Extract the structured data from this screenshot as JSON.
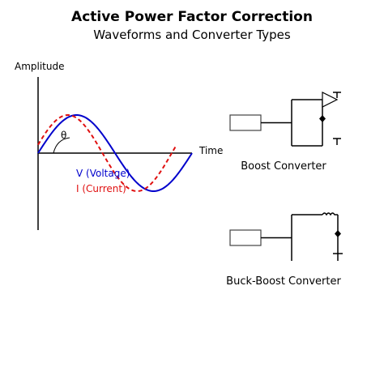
{
  "title": "Active Power Factor Correction",
  "subtitle": "Waveforms and Converter Types",
  "waveform": {
    "y_axis_label": "Amplitude",
    "x_axis_label": "Time",
    "angle_label": "θ",
    "voltage_label": "V (Voltage)",
    "current_label": "I (Current)",
    "voltage_color": "#0000cc",
    "current_color": "#e01010",
    "current_line_style": "dashed"
  },
  "converters": [
    {
      "name": "Boost Converter"
    },
    {
      "name": "Buck-Boost Converter"
    }
  ]
}
